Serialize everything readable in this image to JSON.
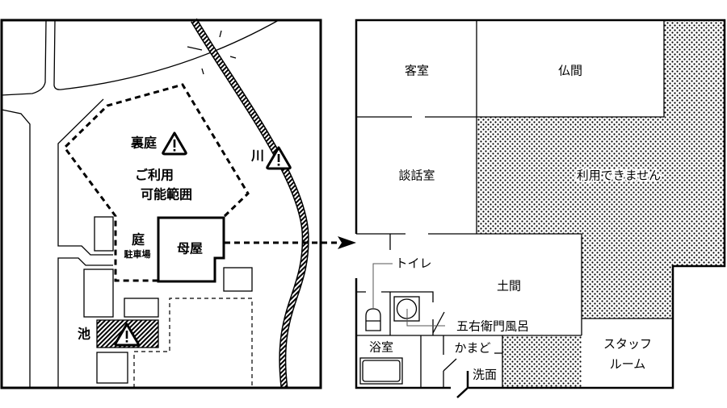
{
  "map": {
    "labels": {
      "backyard": "裏庭",
      "river": "川",
      "usable_area_line1": "ご利用",
      "usable_area_line2": "可能範囲",
      "garden": "庭",
      "parking": "駐車場",
      "main_house": "母屋",
      "pond": "池"
    },
    "warning_icon": "warning-triangle-icon"
  },
  "floor_plan": {
    "rooms": {
      "guest_room": "客室",
      "buddhist_room": "仏間",
      "lounge": "談話室",
      "unavailable": "利用できません",
      "doma": "土間",
      "toilet": "トイレ",
      "goemon_bath": "五右衛門風呂",
      "bathroom": "浴室",
      "kamado": "かまど",
      "washroom": "洗面",
      "staff_room_line1": "スタッフ",
      "staff_room_line2": "ルーム"
    }
  },
  "colors": {
    "line": "#000000",
    "background": "#ffffff"
  }
}
